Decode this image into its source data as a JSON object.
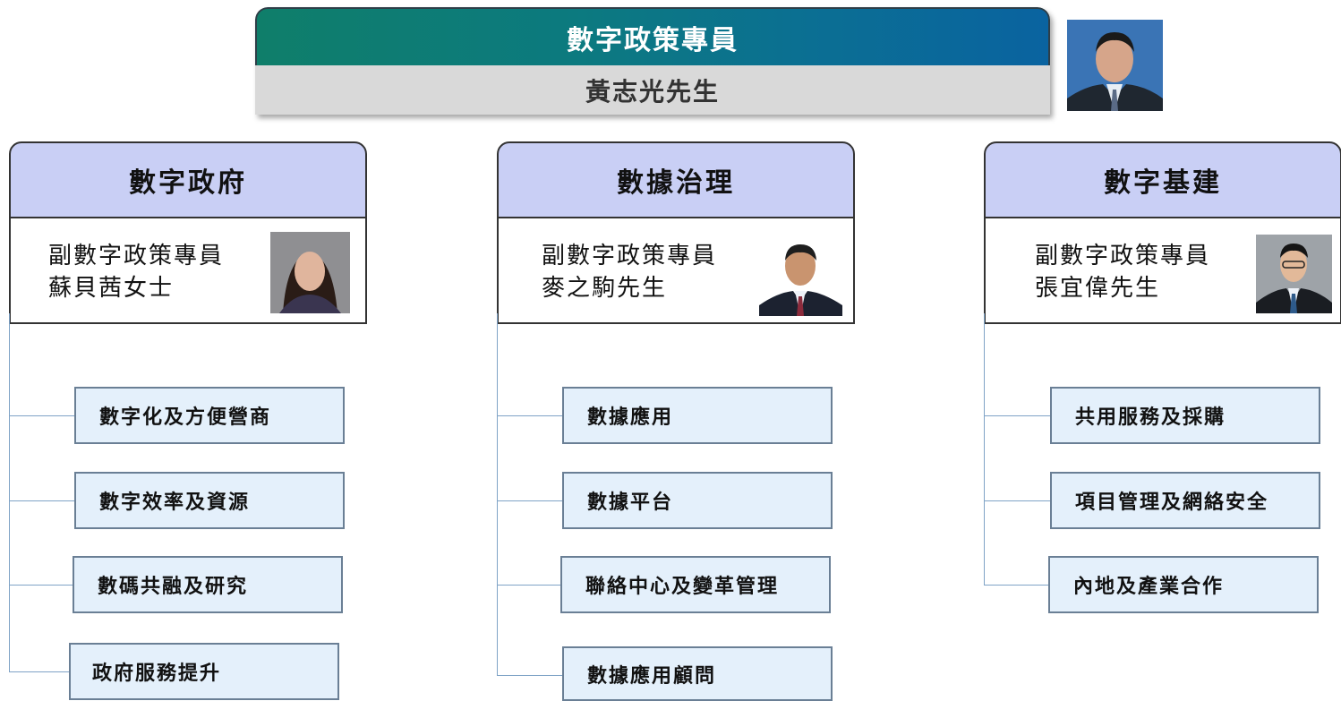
{
  "head": {
    "title": "數字政策專員",
    "name": "黃志光先生"
  },
  "divisions": [
    {
      "title": "數字政府",
      "role": "副數字政策專員",
      "name": "蘇貝茜女士",
      "units": [
        "數字化及方便營商",
        "數字效率及資源",
        "數碼共融及研究",
        "政府服務提升"
      ]
    },
    {
      "title": "數據治理",
      "role": "副數字政策專員",
      "name": "麥之駒先生",
      "units": [
        "數據應用",
        "數據平台",
        "聯絡中心及變革管理",
        "數據應用顧問"
      ]
    },
    {
      "title": "數字基建",
      "role": "副數字政策專員",
      "name": "張宜偉先生",
      "units": [
        "共用服務及採購",
        "項目管理及網絡安全",
        "內地及產業合作"
      ]
    }
  ],
  "colors": {
    "header_gradient_start": "#0f7e6a",
    "header_gradient_end": "#0a63a0",
    "division_header": "#c9cff5",
    "unit_fill": "#e4f0fb",
    "connector": "#7fa3c6"
  }
}
